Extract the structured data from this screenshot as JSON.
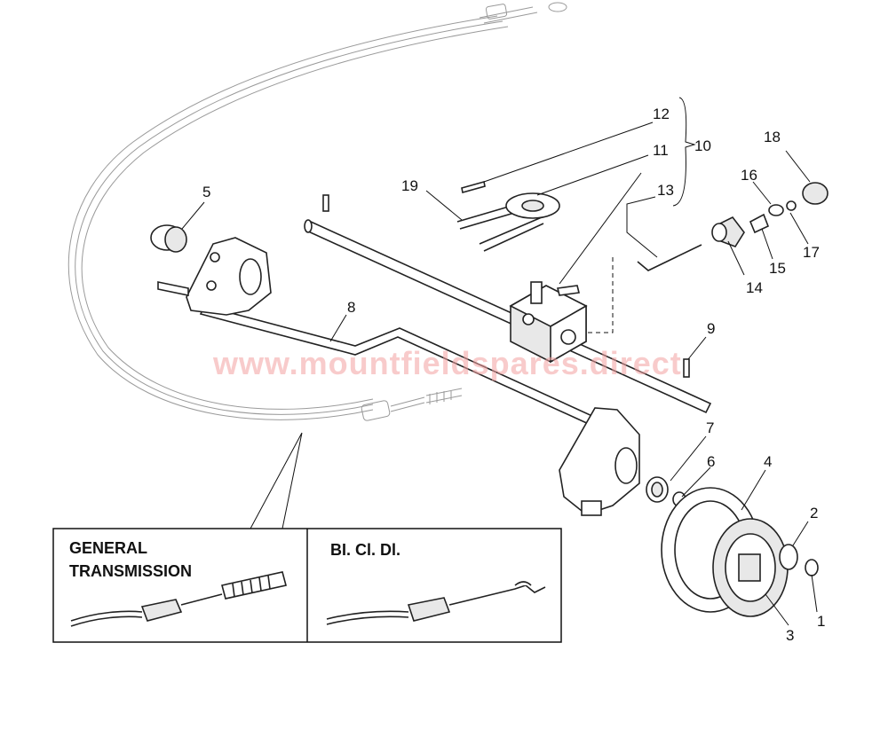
{
  "watermark": "www.mountfieldspares.direct",
  "callouts": {
    "c1": "1",
    "c2": "2",
    "c3": "3",
    "c4": "4",
    "c5": "5",
    "c6": "6",
    "c7": "7",
    "c8": "8",
    "c9": "9",
    "c10": "10",
    "c11": "11",
    "c12": "12",
    "c13": "13",
    "c14": "14",
    "c15": "15",
    "c16": "16",
    "c17": "17",
    "c18": "18",
    "c19": "19"
  },
  "insets": {
    "left_title_line1": "GENERAL",
    "left_title_line2": "TRANSMISSION",
    "right_title": "BI. Cl. Dl."
  }
}
